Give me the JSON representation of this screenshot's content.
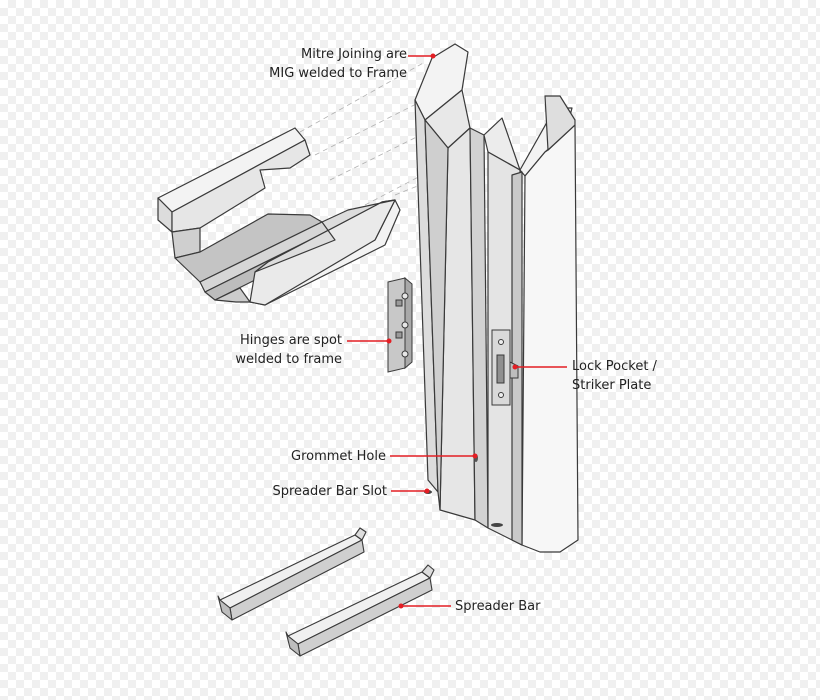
{
  "callouts": {
    "mitre": {
      "line1": "Mitre Joining are",
      "line2": "MIG welded to Frame"
    },
    "hinges": {
      "line1": "Hinges are spot",
      "line2": "welded  to frame"
    },
    "lock": {
      "line1": "Lock Pocket /",
      "line2": "Striker Plate"
    },
    "grommet": {
      "label": "Grommet Hole"
    },
    "spreader_slot": {
      "label": "Spreader Bar Slot"
    },
    "spreader_bar": {
      "label": "Spreader Bar"
    }
  },
  "colors": {
    "leader": "#e31e24",
    "outline": "#3a3a3a",
    "face_light": "#f3f3f3",
    "face_mid": "#dcdcdc",
    "face_dark": "#c4c4c4",
    "hinge": "#bdbdbd"
  }
}
